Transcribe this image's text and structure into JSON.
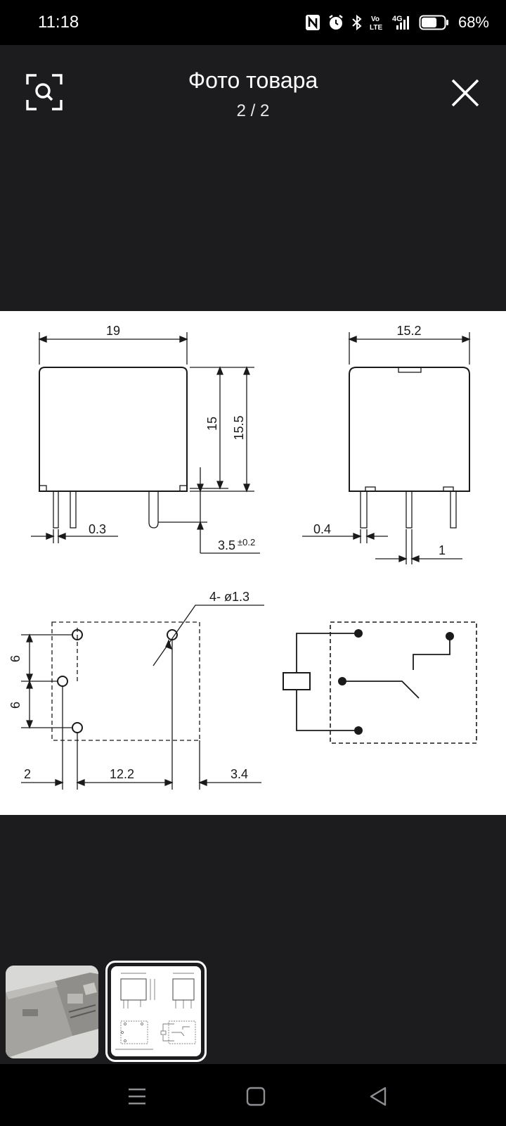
{
  "status_bar": {
    "time": "11:18",
    "battery_percent": "68%",
    "battery_level": 0.68,
    "icons": [
      "nfc-icon",
      "alarm-icon",
      "bluetooth-icon",
      "volte-icon",
      "signal-4g-icon",
      "battery-icon"
    ],
    "volte_label": "Vo LTE",
    "network_label": "4G"
  },
  "header": {
    "title": "Фото товара",
    "counter": "2 / 2",
    "left_icon": "image-search-icon",
    "right_icon": "close-icon"
  },
  "drawing": {
    "dims": {
      "width_19": "19",
      "width_15_2": "15.2",
      "height_15": "15",
      "height_15_5": "15.5",
      "pin_0_3": "0.3",
      "pin_0_4": "0.4",
      "pin_3_5": "3.5",
      "pin_3_5_tol": "±0.2",
      "pin_1": "1",
      "holes": "4- ø1.3",
      "pitch_6a": "6",
      "pitch_6b": "6",
      "offset_2": "2",
      "pitch_12_2": "12.2",
      "offset_3_4": "3.4"
    }
  },
  "thumbnails": [
    {
      "name": "relay-photo-thumbnail",
      "selected": false
    },
    {
      "name": "dimension-drawing-thumbnail",
      "selected": true
    }
  ],
  "nav_bar": {
    "buttons": [
      "menu-icon",
      "home-icon",
      "back-icon"
    ]
  },
  "colors": {
    "background": "#1c1c1e",
    "status_bar": "#000000",
    "drawing_bg": "#ffffff",
    "drawing_ink": "#1a1a1a"
  }
}
